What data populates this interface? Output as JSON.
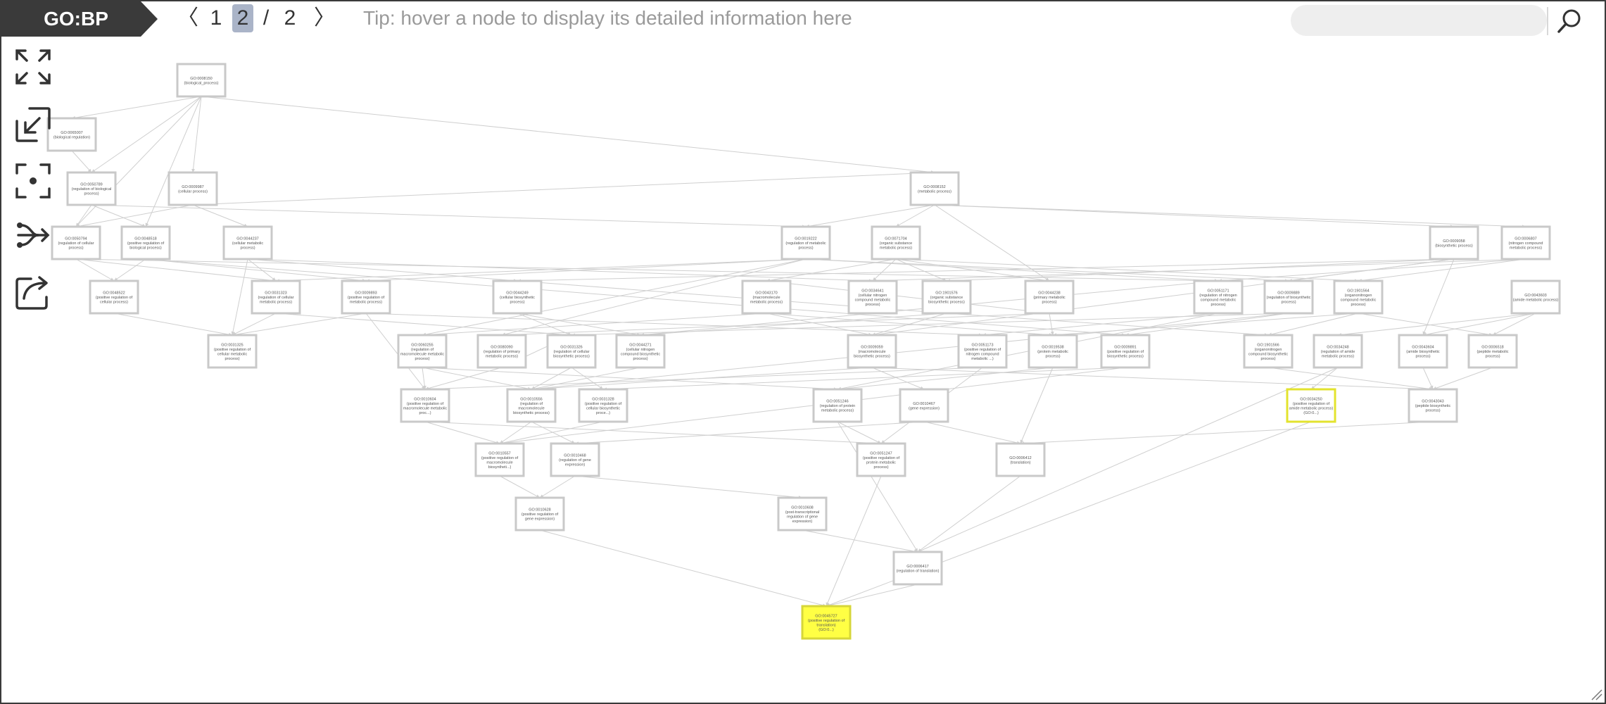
{
  "header": {
    "ontology_label": "GO:BP",
    "pager": {
      "prev": "〈",
      "page1": "1",
      "page2": "2",
      "sep": "/",
      "total": "2",
      "next": "〉"
    },
    "tip": "Tip: hover a node to display its detailed information here",
    "search_placeholder": ""
  },
  "toolbar": {
    "items": [
      {
        "name": "expand-view-icon"
      },
      {
        "name": "fit-view-icon"
      },
      {
        "name": "center-focus-icon"
      },
      {
        "name": "branch-layout-icon"
      },
      {
        "name": "export-share-icon"
      }
    ]
  },
  "colors": {
    "tag": "#3a3a3a",
    "highlight": "#ffff44",
    "highlight_border": "#e3e32e",
    "node_border": "#c9c9c9",
    "edge": "#cfcfcf"
  },
  "graph": {
    "nodes": [
      {
        "id": "n1",
        "lines": [
          "GO:0008150",
          "(biological_process)"
        ],
        "hl": ""
      },
      {
        "id": "n2",
        "lines": [
          "GO:0065007",
          "(biological regulation)"
        ],
        "hl": ""
      },
      {
        "id": "n3",
        "lines": [
          "GO:0050789",
          "(regulation of biological",
          "process)"
        ],
        "hl": ""
      },
      {
        "id": "n4",
        "lines": [
          "GO:0009987",
          "(cellular process)"
        ],
        "hl": ""
      },
      {
        "id": "n5",
        "lines": [
          "GO:0050794",
          "(regulation of cellular",
          "process)"
        ],
        "hl": ""
      },
      {
        "id": "n6",
        "lines": [
          "GO:0048518",
          "(positive regulation of",
          "biological process)"
        ],
        "hl": ""
      },
      {
        "id": "n7",
        "lines": [
          "GO:0044237",
          "(cellular metabolic",
          "process)"
        ],
        "hl": ""
      },
      {
        "id": "n8",
        "lines": [
          "GO:0048522",
          "(positive regulation of",
          "cellular process)"
        ],
        "hl": ""
      },
      {
        "id": "n9",
        "lines": [
          "GO:0031323",
          "(regulation of cellular",
          "metabolic process)"
        ],
        "hl": ""
      },
      {
        "id": "n10",
        "lines": [
          "GO:0009893",
          "(positive regulation of",
          "metabolic process)"
        ],
        "hl": ""
      },
      {
        "id": "n11",
        "lines": [
          "GO:0044249",
          "(cellular biosynthetic",
          "process)"
        ],
        "hl": ""
      },
      {
        "id": "n12",
        "lines": [
          "GO:0031325",
          "(positive regulation of",
          "cellular metabolic",
          "process)"
        ],
        "hl": ""
      },
      {
        "id": "n13",
        "lines": [
          "GO:0008152",
          "(metabolic process)"
        ],
        "hl": ""
      },
      {
        "id": "n14",
        "lines": [
          "GO:0019222",
          "(regulation of metabolic",
          "process)"
        ],
        "hl": ""
      },
      {
        "id": "n15",
        "lines": [
          "GO:0071704",
          "(organic substance",
          "metabolic process)"
        ],
        "hl": ""
      },
      {
        "id": "n16",
        "lines": [
          "GO:0043170",
          "(macromolecule",
          "metabolic process)"
        ],
        "hl": ""
      },
      {
        "id": "n17",
        "lines": [
          "GO:0034641",
          "(cellular nitrogen",
          "compound metabolic",
          "process)"
        ],
        "hl": ""
      },
      {
        "id": "n18",
        "lines": [
          "GO:1901576",
          "(organic substance",
          "biosynthetic process)"
        ],
        "hl": ""
      },
      {
        "id": "n19",
        "lines": [
          "GO:0044238",
          "(primary metabolic",
          "process)"
        ],
        "hl": ""
      },
      {
        "id": "n20",
        "lines": [
          "GO:0009058",
          "(biosynthetic process)"
        ],
        "hl": ""
      },
      {
        "id": "n21",
        "lines": [
          "GO:0006807",
          "(nitrogen compound",
          "metabolic process)"
        ],
        "hl": ""
      },
      {
        "id": "n22",
        "lines": [
          "GO:0051171",
          "(regulation of nitrogen",
          "compound metabolic",
          "process)"
        ],
        "hl": ""
      },
      {
        "id": "n23",
        "lines": [
          "GO:0009889",
          "(regulation of biosynthetic",
          "process)"
        ],
        "hl": ""
      },
      {
        "id": "n24",
        "lines": [
          "GO:1901564",
          "(organonitrogen",
          "compound metabolic",
          "process)"
        ],
        "hl": ""
      },
      {
        "id": "n25",
        "lines": [
          "GO:0043603",
          "(amide metabolic process)"
        ],
        "hl": ""
      },
      {
        "id": "n26",
        "lines": [
          "GO:0060255",
          "(regulation of",
          "macromolecule metabolic",
          "process)"
        ],
        "hl": ""
      },
      {
        "id": "n27",
        "lines": [
          "GO:0080090",
          "(regulation of primary",
          "metabolic process)"
        ],
        "hl": ""
      },
      {
        "id": "n28",
        "lines": [
          "GO:0031326",
          "(regulation of cellular",
          "biosynthetic process)"
        ],
        "hl": ""
      },
      {
        "id": "n29",
        "lines": [
          "GO:0044271",
          "(cellular nitrogen",
          "compound biosynthetic",
          "process)"
        ],
        "hl": ""
      },
      {
        "id": "n30",
        "lines": [
          "GO:0009059",
          "(macromolecule",
          "biosynthetic process)"
        ],
        "hl": ""
      },
      {
        "id": "n31",
        "lines": [
          "GO:0051173",
          "(positive regulation of",
          "nitrogen compound",
          "metabolic ...)"
        ],
        "hl": ""
      },
      {
        "id": "n32",
        "lines": [
          "GO:0019538",
          "(protein metabolic",
          "process)"
        ],
        "hl": ""
      },
      {
        "id": "n33",
        "lines": [
          "GO:0009891",
          "(positive regulation of",
          "biosynthetic process)"
        ],
        "hl": ""
      },
      {
        "id": "n34",
        "lines": [
          "GO:1901566",
          "(organonitrogen",
          "compound biosynthetic",
          "process)"
        ],
        "hl": ""
      },
      {
        "id": "n35",
        "lines": [
          "GO:0034248",
          "(regulation of amide",
          "metabolic process)"
        ],
        "hl": ""
      },
      {
        "id": "n36",
        "lines": [
          "GO:0043604",
          "(amide biosynthetic",
          "process)"
        ],
        "hl": ""
      },
      {
        "id": "n37",
        "lines": [
          "GO:0006518",
          "(peptide metabolic",
          "process)"
        ],
        "hl": ""
      },
      {
        "id": "n38",
        "lines": [
          "GO:0010604",
          "(positive regulation of",
          "macromolecule metabolic",
          "proc...)"
        ],
        "hl": ""
      },
      {
        "id": "n39",
        "lines": [
          "GO:0010556",
          "(regulation of",
          "macromolecule",
          "biosynthetic process)"
        ],
        "hl": ""
      },
      {
        "id": "n40",
        "lines": [
          "GO:0031328",
          "(positive regulation of",
          "cellular biosynthetic",
          "proce...)"
        ],
        "hl": ""
      },
      {
        "id": "n41",
        "lines": [
          "GO:0051246",
          "(regulation of protein",
          "metabolic process)"
        ],
        "hl": ""
      },
      {
        "id": "n42",
        "lines": [
          "GO:0010467",
          "(gene expression)"
        ],
        "hl": ""
      },
      {
        "id": "n43",
        "lines": [
          "GO:0034250",
          "(positive regulation of",
          "amide metabolic process)",
          "(GO:0...)"
        ],
        "hl": "outline"
      },
      {
        "id": "n44",
        "lines": [
          "GO:0043043",
          "(peptide biosynthetic",
          "process)"
        ],
        "hl": ""
      },
      {
        "id": "n45",
        "lines": [
          "GO:0010557",
          "(positive regulation of",
          "macromolecule",
          "biosyntheti...)"
        ],
        "hl": ""
      },
      {
        "id": "n46",
        "lines": [
          "GO:0010468",
          "(regulation of gene",
          "expression)"
        ],
        "hl": ""
      },
      {
        "id": "n47",
        "lines": [
          "GO:0051247",
          "(positive regulation of",
          "protein metabolic",
          "process)"
        ],
        "hl": ""
      },
      {
        "id": "n48",
        "lines": [
          "GO:0006412",
          "(translation)"
        ],
        "hl": ""
      },
      {
        "id": "n49",
        "lines": [
          "GO:0010628",
          "(positive regulation of",
          "gene expression)"
        ],
        "hl": ""
      },
      {
        "id": "n50",
        "lines": [
          "GO:0010608",
          "(post-transcriptional",
          "regulation of gene",
          "expression)"
        ],
        "hl": ""
      },
      {
        "id": "n51",
        "lines": [
          "GO:0006417",
          "(regulation of translation)"
        ],
        "hl": ""
      },
      {
        "id": "n52",
        "lines": [
          "GO:0045727",
          "(positive regulation of",
          "translation)",
          "(GO:0...)"
        ],
        "hl": "fill"
      }
    ]
  }
}
